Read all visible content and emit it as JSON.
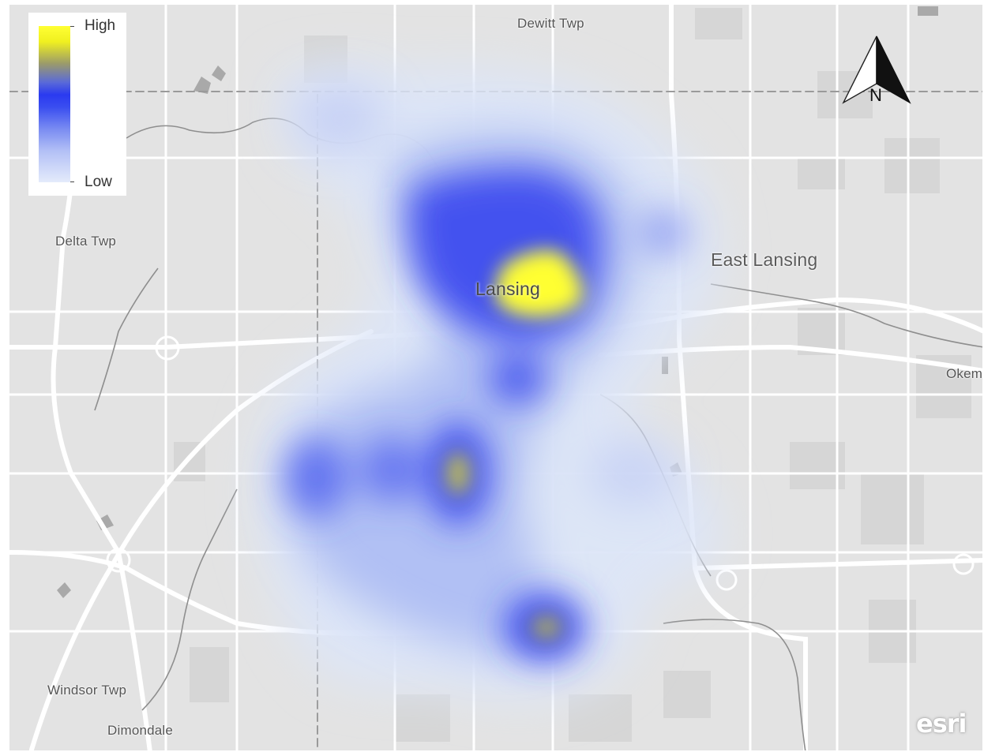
{
  "legend": {
    "high_label": "High",
    "low_label": "Low"
  },
  "places": {
    "dewitt": "Dewitt Twp",
    "delta": "Delta Twp",
    "east_lansing": "East Lansing",
    "lansing": "Lansing",
    "okemos": "Okem",
    "windsor": "Windsor Twp",
    "dimondale": "Dimondale"
  },
  "north_arrow": {
    "label": "N"
  },
  "attribution": {
    "esri": "esri"
  },
  "colors": {
    "high": "#ffff33",
    "mid": "#2a3af0",
    "low": "#e4ebfb",
    "basemap": "#e3e3e3",
    "road": "#ffffff"
  }
}
